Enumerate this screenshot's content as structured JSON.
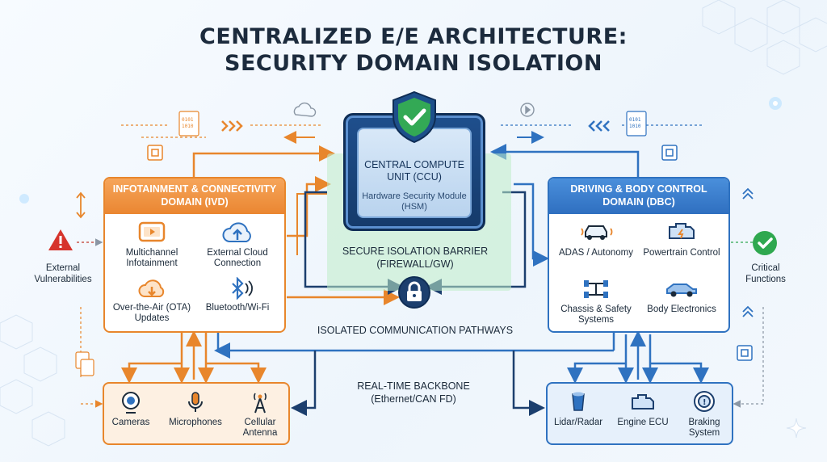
{
  "title_line1": "CENTRALIZED E/E ARCHITECTURE:",
  "title_line2": "SECURITY DOMAIN ISOLATION",
  "ccu": {
    "title": "CENTRAL COMPUTE UNIT (CCU)",
    "subtitle": "Hardware Security Module (HSM)"
  },
  "barrier": {
    "line1": "SECURE ISOLATION BARRIER",
    "line2": "(FIREWALL/GW)"
  },
  "pathways_label": "ISOLATED COMMUNICATION PATHWAYS",
  "backbone": {
    "line1": "REAL-TIME BACKBONE",
    "line2": "(Ethernet/CAN FD)"
  },
  "ivd": {
    "title": "INFOTAINMENT & CONNECTIVITY DOMAIN (IVD)",
    "items": [
      {
        "label": "Multichannel Infotainment",
        "icon": "tablet-play-icon"
      },
      {
        "label": "External Cloud Connection",
        "icon": "cloud-upload-icon"
      },
      {
        "label": "Over-the-Air (OTA) Updates",
        "icon": "cloud-download-icon"
      },
      {
        "label": "Bluetooth/Wi-Fi",
        "icon": "bluetooth-icon"
      }
    ]
  },
  "dbc": {
    "title": "DRIVING & BODY CONTROL DOMAIN (DBC)",
    "items": [
      {
        "label": "ADAS / Autonomy",
        "icon": "car-sensor-icon"
      },
      {
        "label": "Powertrain Control",
        "icon": "engine-icon"
      },
      {
        "label": "Chassis & Safety Systems",
        "icon": "chassis-icon"
      },
      {
        "label": "Body Electronics",
        "icon": "car-body-icon"
      }
    ]
  },
  "sensors_left": [
    {
      "label": "Cameras",
      "icon": "camera-icon"
    },
    {
      "label": "Microphones",
      "icon": "microphone-icon"
    },
    {
      "label": "Cellular Antenna",
      "icon": "antenna-icon"
    }
  ],
  "sensors_right": [
    {
      "label": "Lidar/Radar",
      "icon": "lidar-icon"
    },
    {
      "label": "Engine ECU",
      "icon": "engine-ecu-icon"
    },
    {
      "label": "Braking System",
      "icon": "brake-icon"
    }
  ],
  "external": {
    "label": "External Vulnerabilities",
    "icon": "warning-icon"
  },
  "critical": {
    "label": "Critical Functions",
    "icon": "check-circle-icon"
  },
  "colors": {
    "orange": "#e8862c",
    "blue": "#2f72c0",
    "navy": "#153a6a",
    "green": "#2fa84f",
    "red": "#d6342c"
  }
}
